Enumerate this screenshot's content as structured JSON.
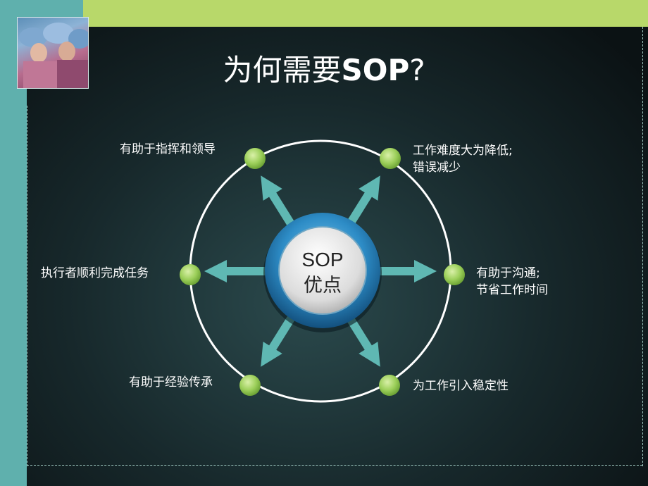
{
  "slide": {
    "title_cn": "为何需要",
    "title_bold": "SOP",
    "title_q": "?"
  },
  "center": {
    "line1": "SOP",
    "line2": "优点"
  },
  "benefits": {
    "top_left": "有助于指挥和领导",
    "top_right_1": "工作难度大为降低;",
    "top_right_2": "错误减少",
    "right_1": "有助于沟通;",
    "right_2": "节省工作时间",
    "bottom_right": "为工作引入稳定性",
    "bottom_left": "有助于经验传承",
    "left": "执行者顺利完成任务"
  },
  "colors": {
    "teal": "#5fb0ad",
    "green_bar": "#b8d86a",
    "node_green": "#9ccf5a",
    "arrow": "#5fb8b3",
    "center_ring": "#2f8fc4"
  }
}
